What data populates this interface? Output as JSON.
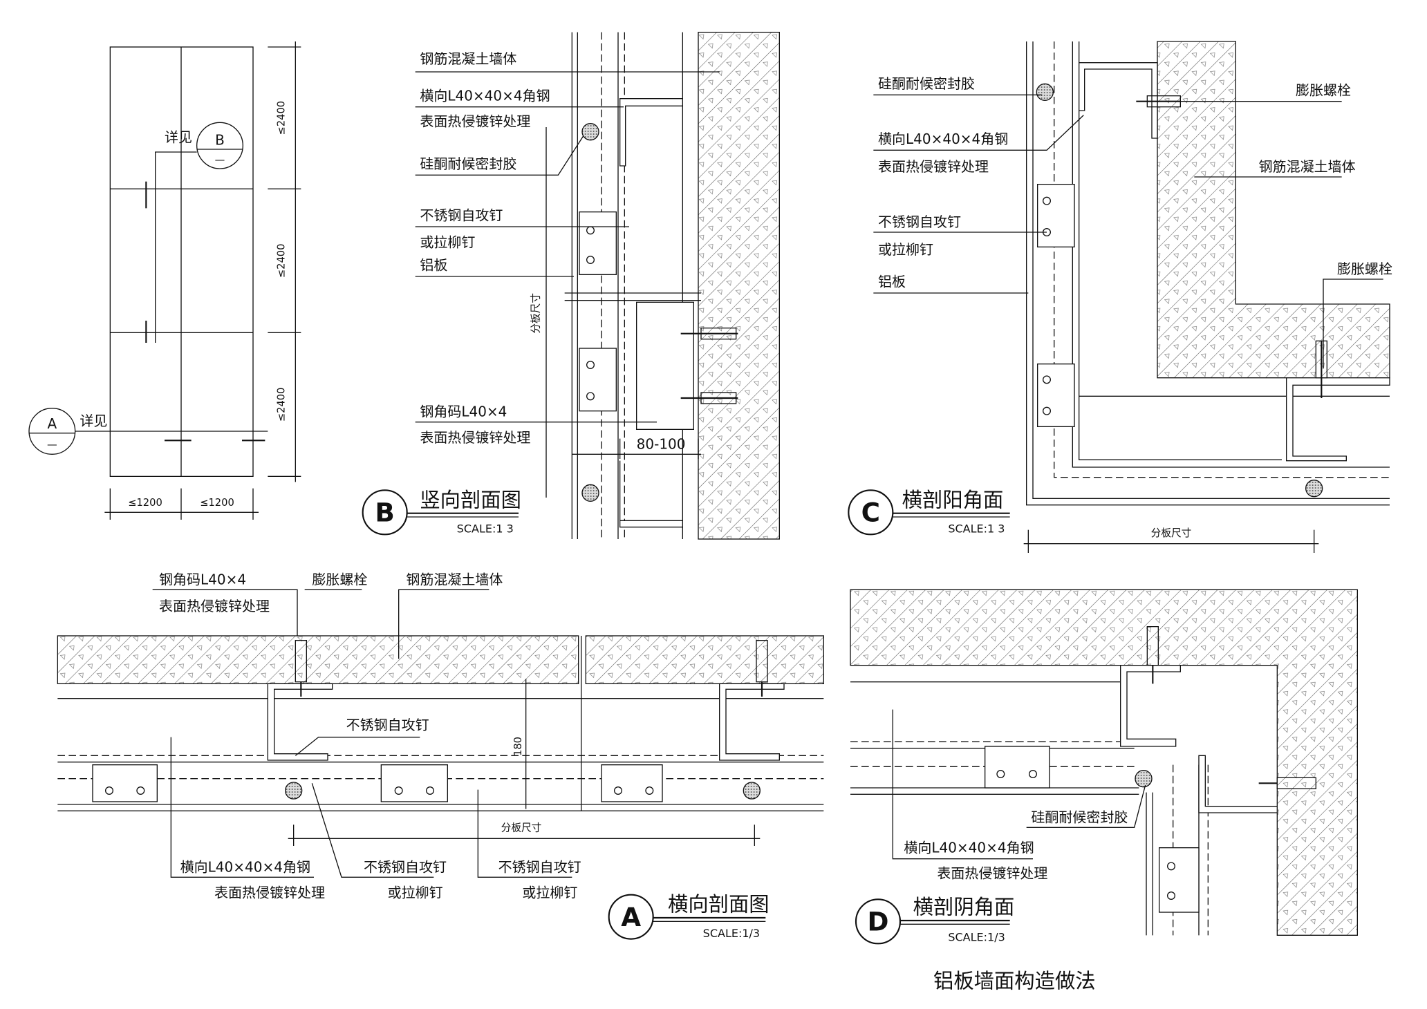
{
  "elevation": {
    "ref_b_text": "详见",
    "ref_b_label": "B",
    "ref_b_sub": "—",
    "ref_a_text": "详见",
    "ref_a_label": "A",
    "ref_a_sub": "—",
    "height_dims": [
      "≤2400",
      "≤2400",
      "≤2400"
    ],
    "width_dims": [
      "≤1200",
      "≤1200"
    ]
  },
  "section_b": {
    "labels": {
      "wall": "钢筋混凝土墙体",
      "angle": "横向L40×40×4角钢",
      "galv": "表面热侵镀锌处理",
      "sealant": "硅酮耐候密封胶",
      "screw": "不锈钢自攻钉",
      "rivet": "或拉柳钉",
      "panel": "铝板",
      "bracket": "钢角码L40×4",
      "bracket_galv": "表面热侵镀锌处理"
    },
    "dim_gap": "80-100",
    "dim_panel": "分板尺寸",
    "title_letter": "B",
    "title": "竖向剖面图",
    "scale": "SCALE:1 3"
  },
  "section_c": {
    "labels": {
      "sealant": "硅酮耐候密封胶",
      "angle": "横向L40×40×4角钢",
      "galv": "表面热侵镀锌处理",
      "screw": "不锈钢自攻钉",
      "rivet": "或拉柳钉",
      "panel": "铝板",
      "bolt_1": "膨胀螺栓",
      "wall": "钢筋混凝土墙体",
      "bolt_2": "膨胀螺栓"
    },
    "dim_panel": "分板尺寸",
    "title_letter": "C",
    "title": "横剖阳角面",
    "scale": "SCALE:1 3"
  },
  "section_a": {
    "labels": {
      "bracket": "钢角码L40×4",
      "bracket_galv": "表面热侵镀锌处理",
      "bolt": "膨胀螺栓",
      "wall": "钢筋混凝土墙体",
      "screw_top": "不锈钢自攻钉",
      "angle": "横向L40×40×4角钢",
      "galv": "表面热侵镀锌处理",
      "screw_1": "不锈钢自攻钉",
      "rivet_1": "或拉柳钉",
      "screw_2": "不锈钢自攻钉",
      "rivet_2": "或拉柳钉"
    },
    "dim_depth": "180",
    "dim_panel": "分板尺寸",
    "title_letter": "A",
    "title": "横向剖面图",
    "scale": "SCALE:1/3"
  },
  "section_d": {
    "labels": {
      "sealant": "硅酮耐候密封胶",
      "angle": "横向L40×40×4角钢",
      "galv": "表面热侵镀锌处理"
    },
    "title_letter": "D",
    "title": "横剖阴角面",
    "scale": "SCALE:1/3"
  },
  "sheet_title": "铝板墙面构造做法"
}
